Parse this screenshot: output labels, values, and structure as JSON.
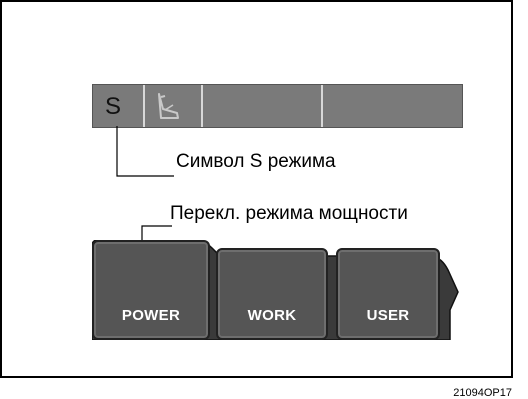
{
  "display": {
    "mode_symbol": "S",
    "icons": [
      "seat-tilt-icon"
    ]
  },
  "callouts": {
    "mode_symbol_label": "Символ S режима",
    "power_switch_label": "Перекл. режима мощности"
  },
  "buttons": {
    "power": "POWER",
    "work": "WORK",
    "user": "USER"
  },
  "figure_code": "21094OP17",
  "colors": {
    "display_bg": "#7a7a7a",
    "button_bg": "#555555",
    "button_text": "#ffffff"
  }
}
